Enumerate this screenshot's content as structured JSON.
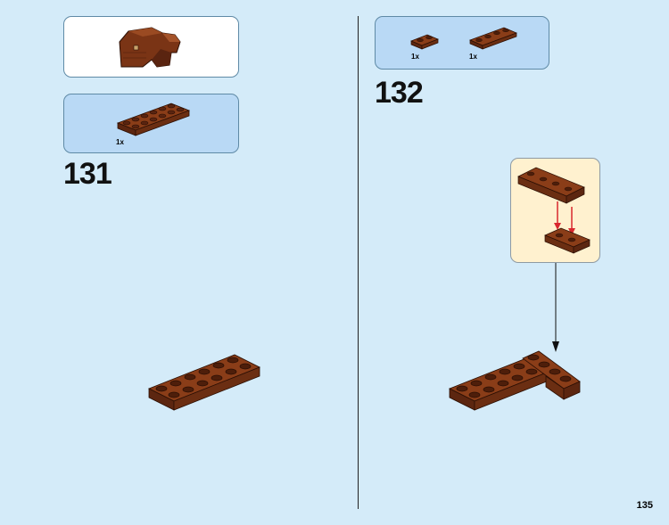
{
  "left_column": {
    "previous_build_panel": {},
    "parts_panel": {
      "parts": [
        {
          "quantity": "1x",
          "part_icon": "brick-plate-2x6-icon"
        }
      ]
    },
    "step_number": "131"
  },
  "right_column": {
    "parts_panel": {
      "parts": [
        {
          "quantity": "1x",
          "part_icon": "brick-plate-1x2-icon"
        },
        {
          "quantity": "1x",
          "part_icon": "brick-plate-1x4-icon"
        }
      ]
    },
    "step_number": "132"
  },
  "page_number": "135",
  "colors": {
    "page_background": "#d4ebf9",
    "parts_panel": "#b9d9f5",
    "callout_panel": "#fff1cf",
    "brick_brown": "#6b2e12",
    "arrow_red": "#d9272e"
  }
}
